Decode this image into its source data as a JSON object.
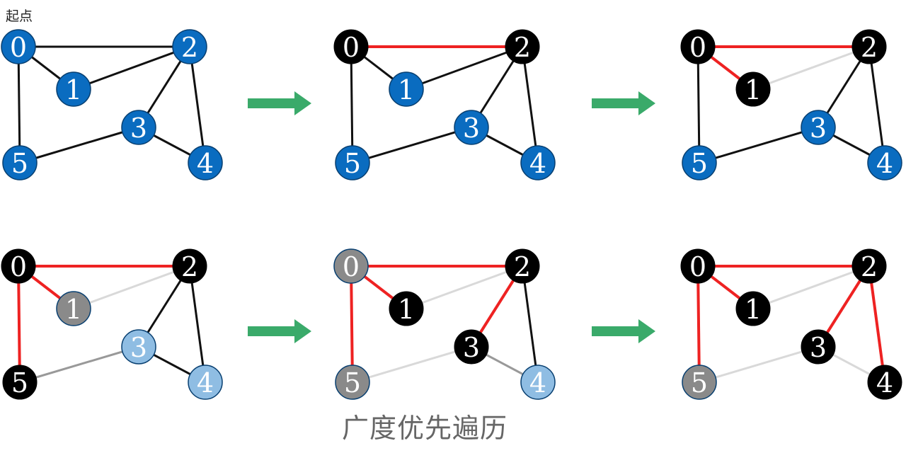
{
  "start_label": "起点",
  "caption": "广度优先遍历",
  "colors": {
    "unvisited": "#0a6cc0",
    "unvisited_light": "#8fbde3",
    "visited": "#000000",
    "done": "#8a8a8a",
    "tree_edge": "#ee2222",
    "edge": "#111111",
    "faded_edge": "#d9d9d9",
    "mid_edge": "#999999",
    "arrow": "#3aaa6a"
  },
  "nodes": [
    "0",
    "1",
    "2",
    "3",
    "4",
    "5"
  ],
  "edges": [
    [
      0,
      1
    ],
    [
      0,
      2
    ],
    [
      0,
      5
    ],
    [
      1,
      2
    ],
    [
      2,
      3
    ],
    [
      2,
      4
    ],
    [
      3,
      4
    ],
    [
      3,
      5
    ]
  ],
  "panels": [
    {
      "node_state": [
        "unvisited",
        "unvisited",
        "unvisited",
        "unvisited",
        "unvisited",
        "unvisited"
      ],
      "edge_state": [
        "edge",
        "edge",
        "edge",
        "edge",
        "edge",
        "edge",
        "edge",
        "edge"
      ]
    },
    {
      "node_state": [
        "visited",
        "unvisited",
        "visited",
        "unvisited",
        "unvisited",
        "unvisited"
      ],
      "edge_state": [
        "edge",
        "tree_edge",
        "edge",
        "edge",
        "edge",
        "edge",
        "edge",
        "edge"
      ]
    },
    {
      "node_state": [
        "visited",
        "visited",
        "visited",
        "unvisited",
        "unvisited",
        "unvisited"
      ],
      "edge_state": [
        "tree_edge",
        "tree_edge",
        "edge",
        "faded_edge",
        "edge",
        "edge",
        "edge",
        "edge"
      ]
    },
    {
      "node_state": [
        "visited",
        "done",
        "visited",
        "unvisited_light",
        "unvisited_light",
        "visited"
      ],
      "edge_state": [
        "tree_edge",
        "tree_edge",
        "tree_edge",
        "faded_edge",
        "edge",
        "edge",
        "edge",
        "mid_edge"
      ]
    },
    {
      "node_state": [
        "done",
        "visited",
        "visited",
        "visited",
        "unvisited_light",
        "done"
      ],
      "edge_state": [
        "tree_edge",
        "tree_edge",
        "tree_edge",
        "faded_edge",
        "tree_edge",
        "edge",
        "mid_edge",
        "faded_edge"
      ]
    },
    {
      "node_state": [
        "visited",
        "visited",
        "visited",
        "visited",
        "visited",
        "done"
      ],
      "edge_state": [
        "tree_edge",
        "tree_edge",
        "tree_edge",
        "faded_edge",
        "tree_edge",
        "tree_edge",
        "faded_edge",
        "faded_edge"
      ]
    }
  ],
  "arrows": [
    {
      "row": 0,
      "after": 0
    },
    {
      "row": 0,
      "after": 1
    },
    {
      "row": 1,
      "after": 0
    },
    {
      "row": 1,
      "after": 1
    }
  ]
}
